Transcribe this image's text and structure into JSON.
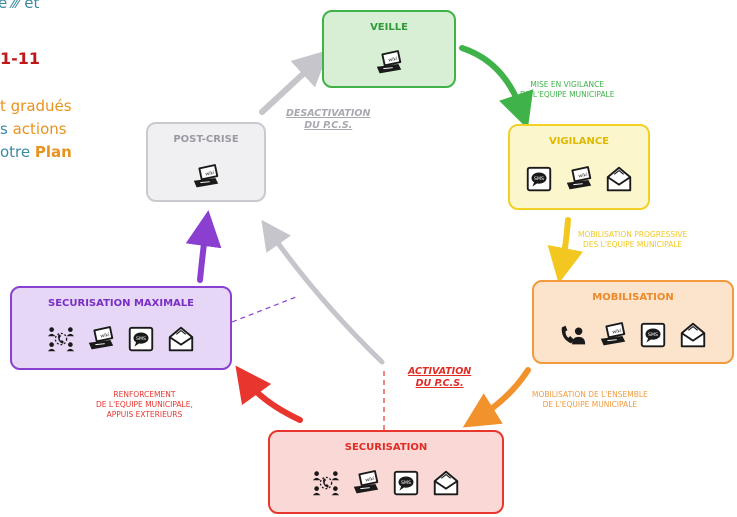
{
  "partial_text": {
    "line0": "e ⁄⁄⁄ et",
    "heading": "1-11",
    "line1": "t gradués",
    "line2_a": "s",
    "line2_b": "actions",
    "line3_a": "otre",
    "line3_b": "Plan"
  },
  "stages": [
    {
      "key": "veille",
      "title": "VEILLE",
      "icons": [
        "laptop-icon"
      ]
    },
    {
      "key": "vigilance",
      "title": "VIGILANCE",
      "icons": [
        "sms-icon",
        "laptop-icon",
        "envelope-icon"
      ]
    },
    {
      "key": "mobilisation",
      "title": "MOBILISATION",
      "icons": [
        "phone-person-icon",
        "laptop-icon",
        "sms-icon",
        "envelope-icon"
      ]
    },
    {
      "key": "securisation",
      "title": "SECURISATION",
      "icons": [
        "team-call-icon",
        "laptop-icon",
        "sms-icon",
        "envelope-icon"
      ]
    },
    {
      "key": "securisation_max",
      "title": "SECURISATION MAXIMALE",
      "icons": [
        "team-call-icon",
        "laptop-icon",
        "sms-icon",
        "envelope-icon"
      ]
    },
    {
      "key": "post_crise",
      "title": "POST-CRISE",
      "icons": [
        "laptop-icon"
      ]
    }
  ],
  "transitions": {
    "veille_vigilance": [
      "MISE EN VIGILANCE",
      "DE L'EQUIPE MUNICIPALE"
    ],
    "vigilance_mobilisation": [
      "MOBILISATION PROGRESSIVE",
      "DES L'EQUIPE MUNICIPALE"
    ],
    "mobilisation_securisation": [
      "MOBILISATION DE L'ENSEMBLE",
      "DE L'EQUIPE MUNICIPALE"
    ],
    "securisation_max": [
      "RENFORCEMENT",
      "DE L'EQUIPE MUNICIPALE,",
      "APPUIS EXTERIEURS"
    ],
    "activation": [
      "ACTIVATION",
      "DU P.C.S."
    ],
    "desactivation": [
      "DESACTIVATION",
      "DU P.C.S."
    ]
  },
  "icon_text": {
    "wiki": "wiki",
    "sms": "SMS"
  },
  "colors": {
    "veille": {
      "border": "#3fb24a",
      "fill": "#d8efd6",
      "text": "#2f9a38"
    },
    "vigilance": {
      "border": "#f2d024",
      "fill": "#fcf6cc",
      "text": "#e0b800"
    },
    "mobilisation": {
      "border": "#f29a3c",
      "fill": "#fbe3cc",
      "text": "#ec8a2a"
    },
    "securisation": {
      "border": "#e8352e",
      "fill": "#f9d8d6",
      "text": "#e02c25"
    },
    "securisation_max": {
      "border": "#8a3fd1",
      "fill": "#e6d7f6",
      "text": "#7a2fc4"
    },
    "post_crise": {
      "border": "#c9c9cf",
      "fill": "#f0f0f3",
      "text": "#9a9aa2"
    },
    "heading": "#c01818",
    "orange_text": "#e8921f",
    "teal_text": "#3a8aa0"
  }
}
